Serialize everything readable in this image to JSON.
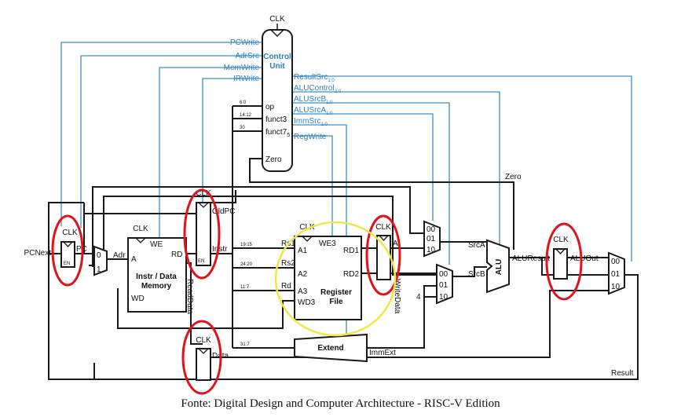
{
  "clock": "CLK",
  "control_unit": {
    "title_1": "Control",
    "title_2": "Unit",
    "inputs": {
      "op": "op",
      "funct3": "funct3",
      "funct7": "funct7",
      "funct7_sub": "5",
      "zero": "Zero"
    },
    "left_outputs": {
      "pcwrite": "PCWrite",
      "adrsrc": "AdrSrc",
      "memwrite": "MemWrite",
      "irwrite": "IRWrite"
    },
    "right_outputs": {
      "resultsrc": "ResultSrc",
      "resultsrc_sub": "1:0",
      "alucontrol": "ALUControl",
      "alucontrol_sub": "2:0",
      "alusrcb": "ALUSrcB",
      "alusrcb_sub": "1:0",
      "alusrca": "ALUSrcA",
      "alusrca_sub": "1:0",
      "immsrc": "ImmSrc",
      "immsrc_sub": "1:0",
      "regwrite": "RegWrite"
    }
  },
  "bit_fields": {
    "op": "6:0",
    "funct3": "14:12",
    "funct7": "30",
    "rs1": "19:15",
    "rs2": "24:20",
    "rd": "11:7",
    "imm": "31:7"
  },
  "signals": {
    "pcnext": "PCNext",
    "pc": "PC",
    "en": "EN",
    "adr": "Adr",
    "oldpc": "OldPC",
    "instr": "Instr",
    "readdata": "ReadData",
    "data": "Data",
    "rs1": "Rs1",
    "rs2": "Rs2",
    "rd": "Rd",
    "a": "A",
    "writedata": "WriteData",
    "srca": "SrcA",
    "srcb": "SrcB",
    "aluresult": "ALUResult",
    "aluout": "ALUOut",
    "result": "Result",
    "immext": "ImmExt",
    "zero": "Zero",
    "const4": "4"
  },
  "mux_labels": {
    "s0": "0",
    "s1": "1",
    "m00": "00",
    "m01": "01",
    "m10": "10"
  },
  "memory": {
    "we": "WE",
    "a": "A",
    "rd": "RD",
    "wd": "WD",
    "title_1": "Instr / Data",
    "title_2": "Memory"
  },
  "register_file": {
    "we3": "WE3",
    "a1": "A1",
    "a2": "A2",
    "a3": "A3",
    "wd3": "WD3",
    "rd1": "RD1",
    "rd2": "RD2",
    "title_1": "Register",
    "title_2": "File"
  },
  "blocks": {
    "extend": "Extend",
    "alu": "ALU"
  },
  "caption": "Fonte: Digital Design and Computer Architecture - RISC-V Edition"
}
